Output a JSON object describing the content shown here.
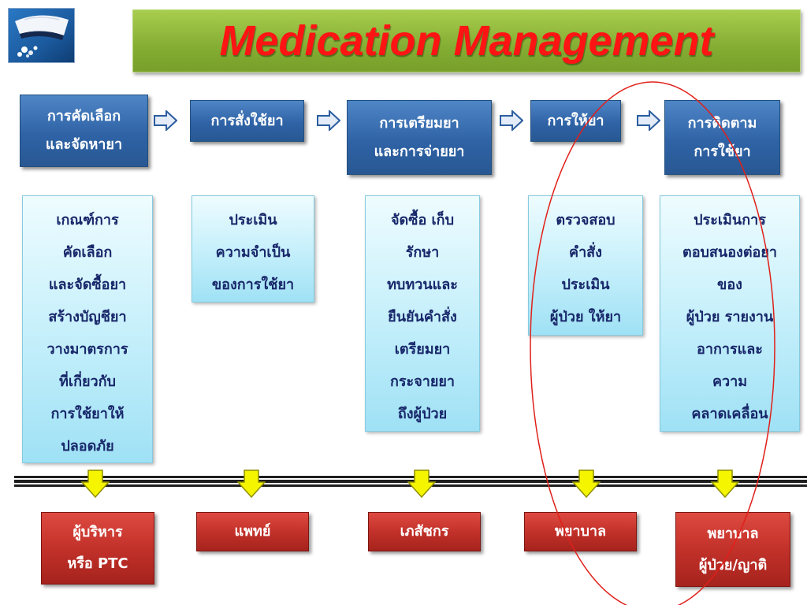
{
  "title": "Medication Management",
  "flow": [
    {
      "lines": [
        "การคัดเลือก",
        "และจัดหายา"
      ]
    },
    {
      "lines": [
        "การสั่งใช้ยา"
      ]
    },
    {
      "lines": [
        "การเตรียมยา",
        "และการจ่ายยา"
      ]
    },
    {
      "lines": [
        "การให้ยา"
      ]
    },
    {
      "lines": [
        "การติดตาม",
        "การใช้ยา"
      ]
    }
  ],
  "details": [
    {
      "lines": [
        "เกณฑ์การ",
        "คัดเลือก",
        "และจัดซื้อยา",
        "สร้างบัญชียา",
        "วางมาตรการ",
        "ที่เกี่ยวกับ",
        "การใช้ยาให้",
        "ปลอดภัย"
      ]
    },
    {
      "lines": [
        "ประเมิน",
        "ความจำเป็น",
        "ของการใช้ยา"
      ]
    },
    {
      "lines": [
        "จัดซื้อ เก็บ",
        "รักษา",
        "ทบทวนและ",
        "ยืนยันคำสั่ง",
        "เตรียมยา",
        "กระจายยา",
        "ถึงผู้ป่วย"
      ]
    },
    {
      "lines": [
        "ตรวจสอบ",
        "คำสั่ง",
        "ประเมิน",
        "ผู้ป่วย ให้ยา"
      ]
    },
    {
      "lines": [
        "ประเมินการ",
        "ตอบสนองต่อยา",
        "ของ",
        "ผู้ป่วย รายงาน",
        "อาการและ",
        "ความ",
        "คลาดเคลื่อน"
      ]
    }
  ],
  "roles": [
    {
      "lines": [
        "ผู้บริหาร",
        "หรือ PTC"
      ]
    },
    {
      "lines": [
        "แพทย์"
      ]
    },
    {
      "lines": [
        "เภสัชกร"
      ]
    },
    {
      "lines": [
        "พยาบาล"
      ]
    },
    {
      "lines": [
        "พยาบาล",
        "ผู้ป่วย/ญาติ"
      ]
    }
  ],
  "colors": {
    "title_text": "#ff1414",
    "title_banner": "#84ad33",
    "flow_box": "#2f63a6",
    "detail_box": "#c7f0fb",
    "detail_text": "#18276a",
    "role_box": "#c2312a",
    "connector_arrow_down": "#f5f500",
    "highlight_ellipse": "#e0201a"
  },
  "icons": {
    "flow_connector": "right-arrow-icon",
    "role_connector": "down-arrow-icon"
  }
}
